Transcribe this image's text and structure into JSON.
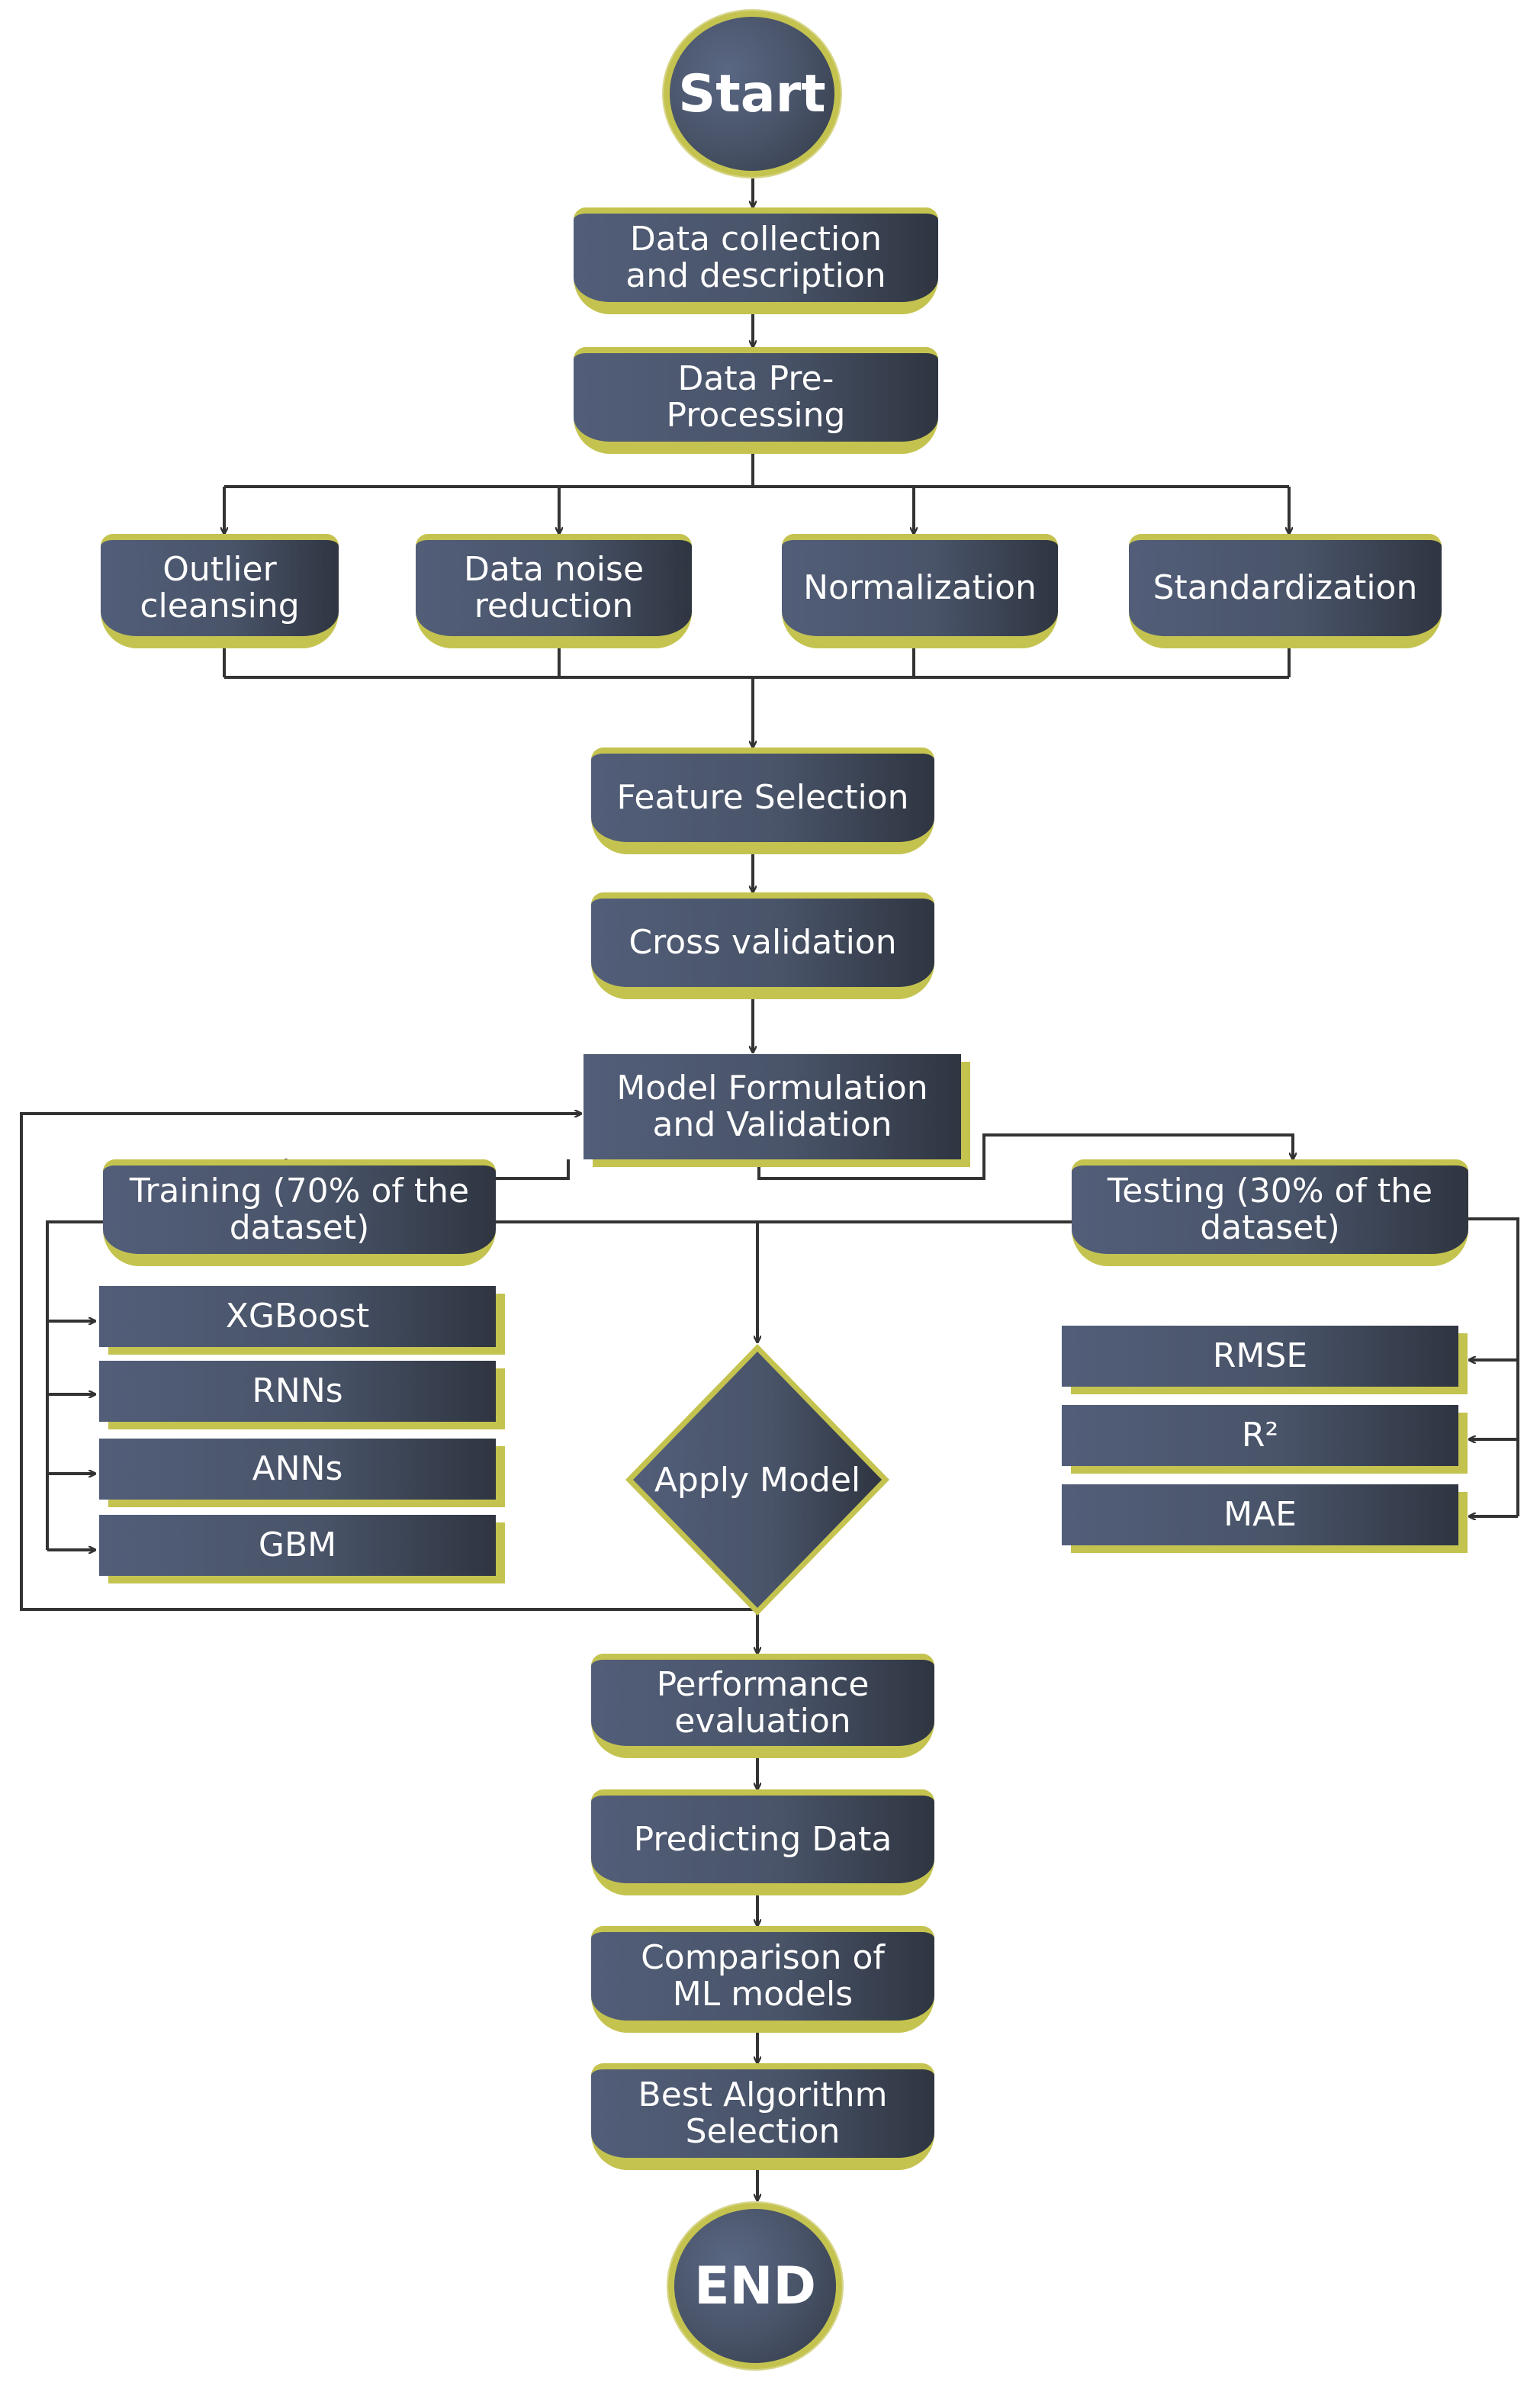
{
  "nodes": {
    "start": "Start",
    "data_collection": "Data collection\nand description",
    "data_preprocessing": "Data Pre-\nProcessing",
    "outlier": "Outlier\ncleansing",
    "noise": "Data noise\nreduction",
    "normalization": "Normalization",
    "standardization": "Standardization",
    "feature_selection": "Feature Selection",
    "cross_validation": "Cross validation",
    "model_formulation": "Model Formulation\nand Validation",
    "training": "Training (70% of the\ndataset)",
    "testing": "Testing (30% of the\ndataset)",
    "xgboost": "XGBoost",
    "rnns": "RNNs",
    "anns": "ANNs",
    "gbm": "GBM",
    "apply_model": "Apply Model",
    "rmse": "RMSE",
    "r2": "R²",
    "mae": "MAE",
    "performance": "Performance\nevaluation",
    "predicting": "Predicting Data",
    "comparison": "Comparison of\nML models",
    "best_algorithm": "Best Algorithm\nSelection",
    "end": "END"
  },
  "colors": {
    "node_fill": "#495469",
    "accent": "#c4c34f",
    "connector": "#333333"
  }
}
